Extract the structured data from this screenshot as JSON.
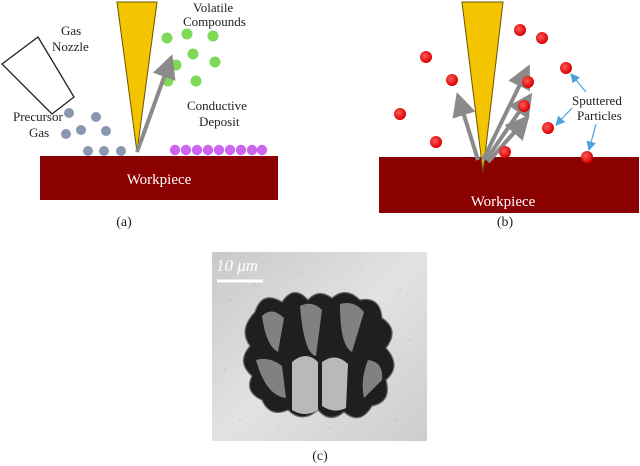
{
  "panel_a": {
    "gas_nozzle_line1": "Gas",
    "gas_nozzle_line2": "Nozzle",
    "volatile_line1": "Volatile",
    "volatile_line2": "Compounds",
    "precursor_line1": "Precursor",
    "precursor_line2": "Gas",
    "conductive_line1": "Conductive",
    "conductive_line2": "Deposit",
    "workpiece": "Workpiece",
    "caption": "(a)"
  },
  "panel_b": {
    "sputtered_line1": "Sputtered",
    "sputtered_line2": "Particles",
    "workpiece": "Workpiece",
    "caption": "(b)"
  },
  "panel_c": {
    "scale_bar": "10 μm",
    "caption": "(c)"
  },
  "colors": {
    "workpiece": "#8b0000",
    "ion_beam": "#f5c400",
    "volatile_particles": "#7ed957",
    "precursor_particles": "#8a97b0",
    "deposit_particles": "#cc66ee",
    "sputtered_particles": "#ee1111",
    "arrows": "#8a8a8a",
    "callout_arrows": "#4aa3df"
  }
}
